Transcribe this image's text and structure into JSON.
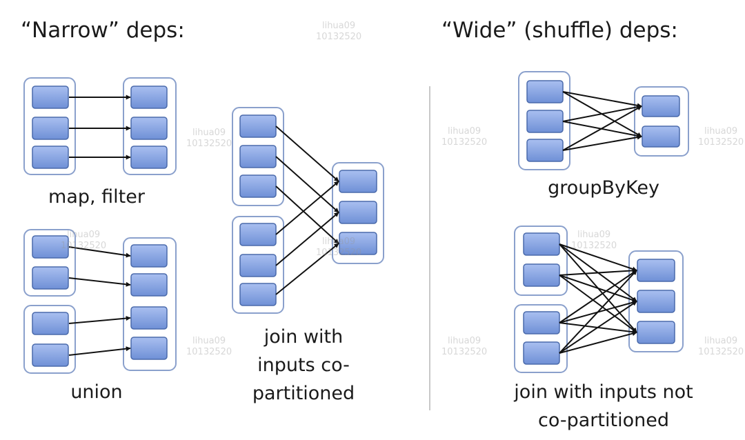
{
  "narrow": {
    "title": "“Narrow” deps:",
    "map_filter_label": "map, filter",
    "union_label": "union",
    "join_copart_label": [
      "join with",
      "inputs co-",
      "partitioned"
    ]
  },
  "wide": {
    "title": "“Wide” (shuffle) deps:",
    "groupbykey_label": "groupByKey",
    "join_not_copart_label": [
      "join with inputs not",
      "co-partitioned"
    ]
  },
  "watermark": [
    "lihua09",
    "10132520"
  ],
  "colors": {
    "partition_fill": "#7f9fdc",
    "partition_stroke": "#4a6aab",
    "rdd_border": "#8aa0cc",
    "arrow": "#111111"
  }
}
